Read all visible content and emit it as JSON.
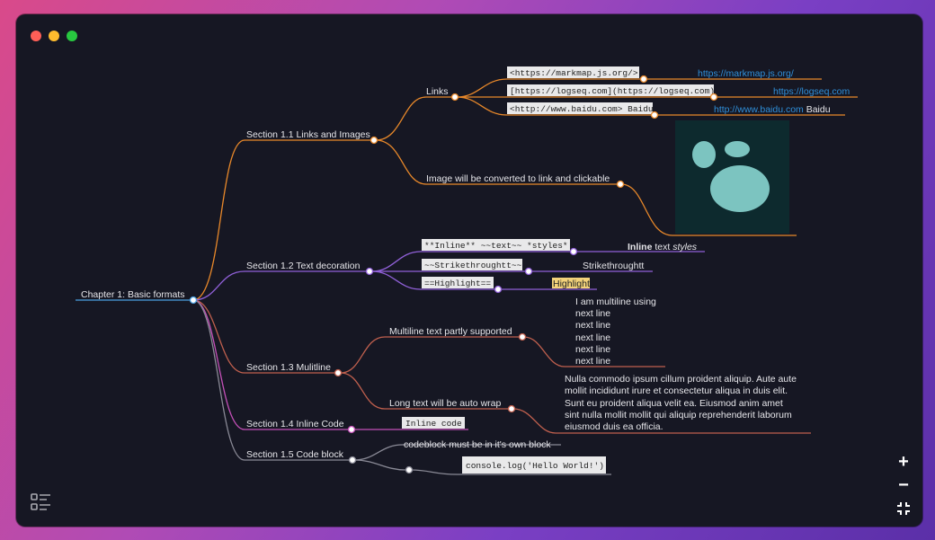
{
  "window": {
    "controls": [
      "close",
      "minimize",
      "maximize"
    ],
    "colors": {
      "close": "#ff5f57",
      "minimize": "#febc2e",
      "maximize": "#28c840"
    }
  },
  "mindmap": {
    "root": "Chapter 1: Basic formats",
    "s11": {
      "label": "Section 1.1 Links and Images",
      "links": {
        "label": "Links",
        "items": [
          {
            "code": "<https://markmap.js.org/>",
            "text": "https://markmap.js.org/"
          },
          {
            "code": "[https://logseq.com](https://logseq.com)",
            "text": "https://logseq.com"
          },
          {
            "code": "<http://www.baidu.com> Baidu",
            "text": "http://www.baidu.com",
            "suffix": " Baidu"
          }
        ]
      },
      "image": "Image will be converted to link and clickable"
    },
    "s12": {
      "label": "Section 1.2 Text decoration",
      "items": [
        {
          "code": "**Inline** ~~text~~ *styles*",
          "bold": "Inline",
          "normal": " text ",
          "italic": "styles"
        },
        {
          "code": "~~Strikethroughtt~~",
          "text": "Strikethroughtt"
        },
        {
          "code": "==Highlight==",
          "text": "Highlight"
        }
      ]
    },
    "s13": {
      "label": "Section 1.3 Mulitline",
      "multiline": {
        "label": "Multiline text partly supported",
        "lines": [
          "I am multiline using",
          "next line",
          "next line",
          "next line",
          "next line",
          "next line"
        ]
      },
      "wrap": {
        "label": "Long text will be auto wrap",
        "lines": [
          "Nulla commodo ipsum cillum proident aliquip. Aute aute",
          "mollit incididunt irure et consectetur aliqua in duis elit.",
          "Sunt eu proident aliqua velit ea. Eiusmod anim amet",
          "sint nulla mollit mollit qui aliquip reprehenderit laborum",
          "eiusmod duis ea officia."
        ]
      }
    },
    "s14": {
      "label": "Section 1.4 Inline Code",
      "code": "Inline code"
    },
    "s15": {
      "label": "Section 1.5 Code block",
      "note": "codeblock must be in it's own block",
      "code": "console.log('Hello World!')"
    }
  },
  "colors": {
    "root": "#4aa0e0",
    "s11": "#e8882a",
    "s12": "#9060d8",
    "s13": "#c0604e",
    "s14": "#c450b8",
    "s15": "#8a8a96",
    "node_fill": "#ffffff"
  },
  "controls": {
    "zoom_in": "+",
    "zoom_out": "−",
    "fit": "⤡"
  },
  "icons": {
    "toc": "list-toc-icon",
    "zoom_in": "plus-icon",
    "zoom_out": "minus-icon",
    "fit": "fit-screen-icon",
    "image": "logseq-logo-image"
  }
}
